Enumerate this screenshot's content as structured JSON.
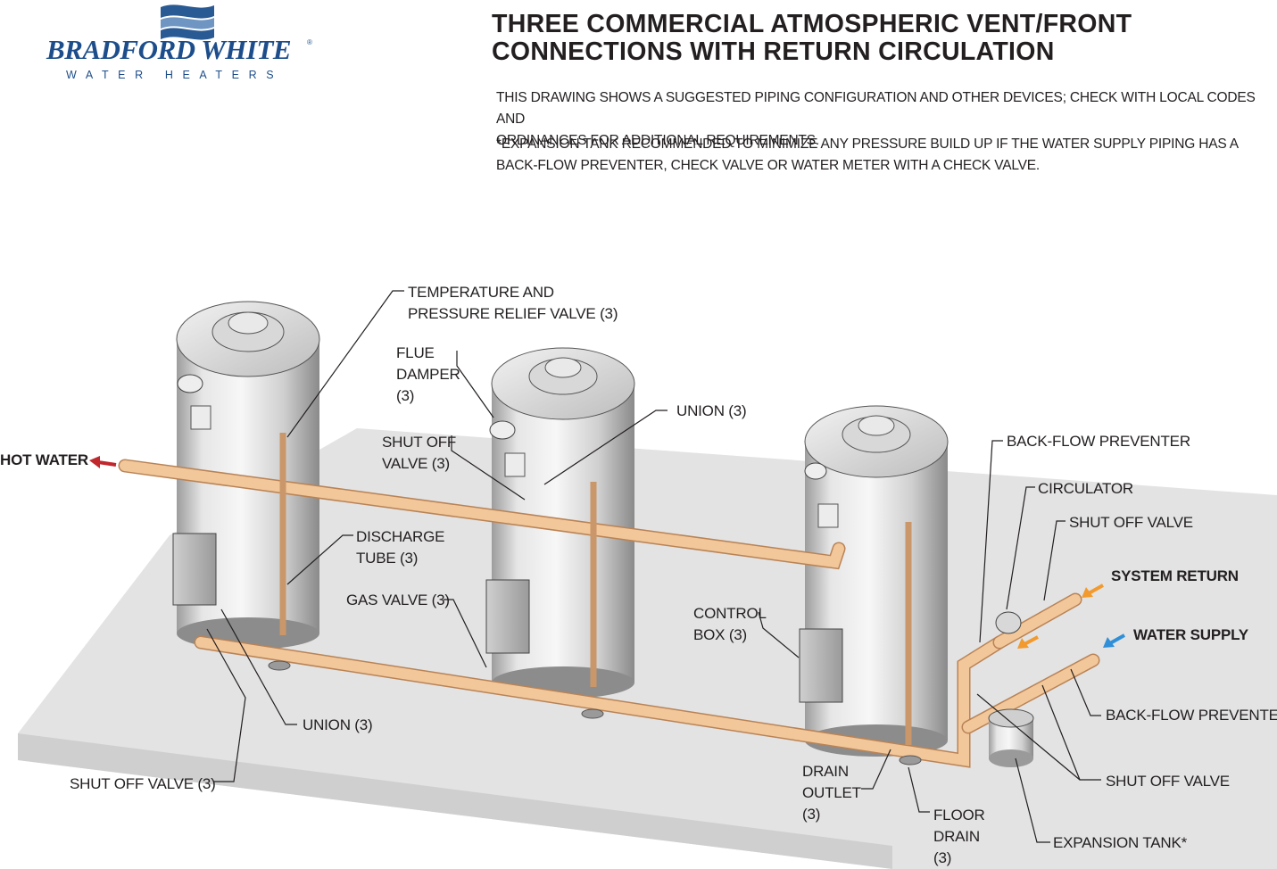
{
  "logo": {
    "name": "BRADFORD WHITE",
    "registered_mark": "®",
    "tagline": "WATER HEATERS",
    "colors": {
      "brand_blue": "#1d4e8b",
      "wave_dark": "#2a5a93",
      "wave_light": "#6f95c2"
    }
  },
  "header": {
    "title_line1": "THREE COMMERCIAL ATMOSPHERIC VENT/FRONT",
    "title_line2": "CONNECTIONS WITH RETURN CIRCULATION",
    "note1_line1": "THIS DRAWING SHOWS A SUGGESTED PIPING CONFIGURATION AND OTHER DEVICES; CHECK WITH LOCAL CODES AND",
    "note1_line2": "ORDINANCES FOR ADDITIONAL REQUIREMENTS.",
    "note2_line1": "*EXPANSION TANK RECOMMENDED TO MINIMIZE ANY PRESSURE BUILD UP IF THE WATER SUPPLY PIPING HAS A",
    "note2_line2": "BACK-FLOW PREVENTER, CHECK VALVE OR WATER METER WITH A CHECK VALVE."
  },
  "labels": {
    "hot_water": "HOT WATER",
    "tp_relief_line1": "TEMPERATURE AND",
    "tp_relief_line2": "PRESSURE RELIEF VALVE (3)",
    "flue_damper_line1": "FLUE",
    "flue_damper_line2": "DAMPER",
    "flue_damper_line3": "(3)",
    "shut_off_top_line1": "SHUT OFF",
    "shut_off_top_line2": "VALVE (3)",
    "union_top": "UNION (3)",
    "discharge_line1": "DISCHARGE",
    "discharge_line2": "TUBE (3)",
    "gas_valve": "GAS VALVE (3)",
    "control_box_line1": "CONTROL",
    "control_box_line2": "BOX (3)",
    "union_bottom": "UNION (3)",
    "shut_off_bottom": "SHUT OFF VALVE (3)",
    "drain_outlet_line1": "DRAIN",
    "drain_outlet_line2": "OUTLET",
    "drain_outlet_line3": "(3)",
    "floor_drain_line1": "FLOOR",
    "floor_drain_line2": "DRAIN",
    "floor_drain_line3": "(3)",
    "backflow_top": "BACK-FLOW PREVENTER",
    "circulator": "CIRCULATOR",
    "shut_off_right": "SHUT OFF VALVE",
    "system_return": "SYSTEM RETURN",
    "water_supply": "WATER SUPPLY",
    "backflow_bottom": "BACK-FLOW PREVENTER",
    "shut_off_right_bottom": "SHUT OFF VALVE",
    "expansion_tank": "EXPANSION TANK*"
  },
  "colors": {
    "pipe": "#f2c79a",
    "pipe_edge": "#b98356",
    "tank_body": "#dcdcdc",
    "floor": "#e4e4e4",
    "hot_arrow": "#c0282d",
    "return_arrow": "#f29a2e",
    "supply_arrow": "#2f8fd8"
  }
}
